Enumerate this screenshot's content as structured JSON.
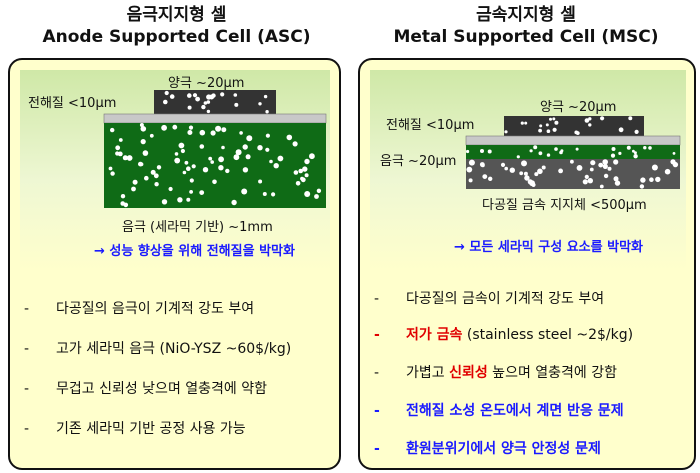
{
  "left": {
    "title_kr": "음극지지형 셀",
    "title_en": "Anode Supported Cell (ASC)",
    "label_top": "양극 ~20μm",
    "label_electrolyte": "전해질 <10μm",
    "label_bottom": "음극 (세라믹 기반) ~1mm",
    "note": "→ 성능 향상을 위해 전해질을 박막화",
    "bullet_marker": "-",
    "bullets": [
      "다공질의 음극이 기계적 강도 부여",
      "고가 세라믹 음극 (NiO-YSZ ~60$/kg)",
      "무겁고 신뢰성 낮으며 열충격에 약함",
      "기존 세라믹 기반 공정 사용 가능"
    ]
  },
  "right": {
    "title_kr": "금속지지형 셀",
    "title_en": "Metal Supported Cell (MSC)",
    "label_top": "양극 ~20μm",
    "label_electrolyte": "전해질 <10μm",
    "label_anode": "음극 ~20μm",
    "label_bottom": "다공질 금속 지지체 <500μm",
    "note": "→ 모든 세라믹 구성 요소를 박막화",
    "bullet_marker": "-",
    "b1": "다공질의 금속이 기계적 강도 부여",
    "b2_red": "저가 금속",
    "b2_rest": " (stainless steel ~2$/kg)",
    "b3_pre": "가볍고 ",
    "b3_red": "신뢰성",
    "b3_post": " 높으며 열충격에 강함",
    "b4": "전해질 소성 온도에서 계면 반응 문제",
    "b5": "환원분위기에서 양극 안정성 문제"
  },
  "colors": {
    "panel_bg": "#ffffcc",
    "diagram_bg": "#cfe8a7",
    "cathode": "#333333",
    "electrolyte": "#c8c8c8",
    "anode_green": "#0f6b16",
    "metal_support": "#555555",
    "highlight_red": "#e00000",
    "highlight_blue": "#1a1aff"
  }
}
